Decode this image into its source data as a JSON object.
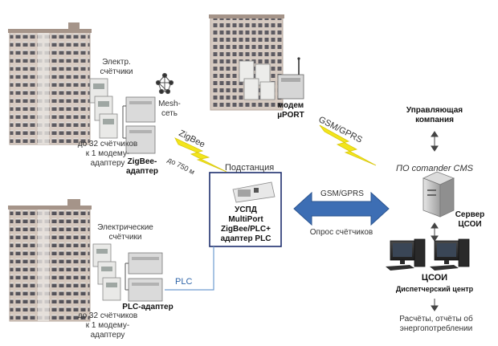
{
  "top_building": {
    "meters_label_1": "Электр.",
    "meters_label_2": "счётчики",
    "mesh_label_1": "Mesh-",
    "mesh_label_2": "сеть",
    "capacity_1": "до  32  счётчиков",
    "capacity_2": "к 1 модему-",
    "capacity_3": "адаптеру",
    "adapter_1": "ZigBee-",
    "adapter_2": "адаптер"
  },
  "zigbee_link": {
    "name": "ZigBee",
    "range": "до 750 м"
  },
  "modem": {
    "label_1": "модем",
    "label_2": "µPORT"
  },
  "gprs_link": {
    "name": "GSM/GPRS"
  },
  "substation": {
    "title": "Подстанция",
    "device_1": "УСПД",
    "device_2": "MultiPort",
    "device_3": "ZigBee/PLC+",
    "device_4": "адаптер PLC"
  },
  "main_link": {
    "top": "GSM/GPRS",
    "bottom": "Опрос счётчиков"
  },
  "bottom_building": {
    "meters_label_1": "Электрические",
    "meters_label_2": "счётчики",
    "capacity_1": "до  32  счётчиков",
    "capacity_2": "к 1 модему-",
    "capacity_3": "адаптеру",
    "adapter": "PLC-адаптер",
    "plc": "PLC"
  },
  "right": {
    "company_1": "Управляющая",
    "company_2": "компания",
    "software": "ПО comander CMS",
    "server_1": "Сервер",
    "server_2": "ЦСОИ",
    "center_title": "ЦСОИ",
    "center_sub": "Диспетчерский центр",
    "reports_1": "Расчёты, отчёты об",
    "reports_2": "энергопотреблении"
  },
  "colors": {
    "arrow_blue": "#3d6eb4",
    "lightning": "#f2e51c",
    "plc_line": "#6f9cd0",
    "building": "#c9b9ae"
  }
}
